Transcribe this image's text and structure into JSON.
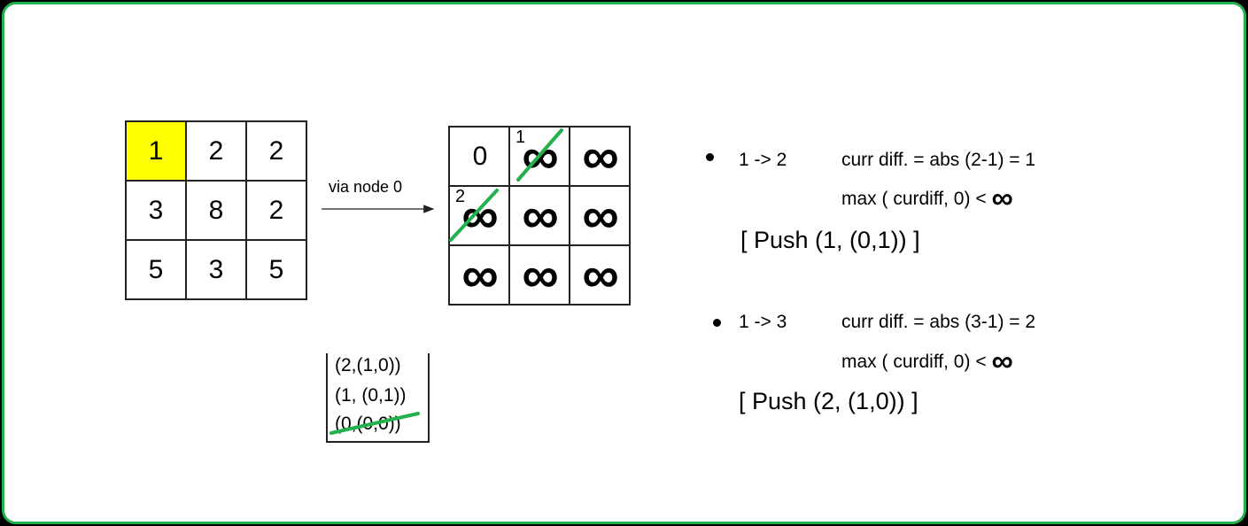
{
  "input_grid": [
    [
      "1",
      "2",
      "2"
    ],
    [
      "3",
      "8",
      "2"
    ],
    [
      "5",
      "3",
      "5"
    ]
  ],
  "dist_grid": [
    [
      "0",
      "∞",
      "∞"
    ],
    [
      "∞",
      "∞",
      "∞"
    ],
    [
      "∞",
      "∞",
      "∞"
    ]
  ],
  "dist_corner_labels": {
    "r0c1": "1",
    "r1c0": "2"
  },
  "highlight_color": "#ffff00",
  "strike_color": "#22b14c",
  "arrow_label": "via node 0",
  "stack": [
    "(2,(1,0))",
    "(1, (0,1))",
    "(0,(0,0))"
  ],
  "steps": [
    {
      "edge": "1 -> 2",
      "diff": "curr diff. =  abs (2-1) = 1",
      "max": "max ( curdiff, 0) <",
      "push": "[ Push (1, (0,1)) ]"
    },
    {
      "edge": "1 -> 3",
      "diff": "curr diff. =  abs (3-1) = 2",
      "max": "max ( curdiff, 0) <",
      "push": "[ Push (2, (1,0)) ]"
    }
  ],
  "infinity_symbol": "∞"
}
